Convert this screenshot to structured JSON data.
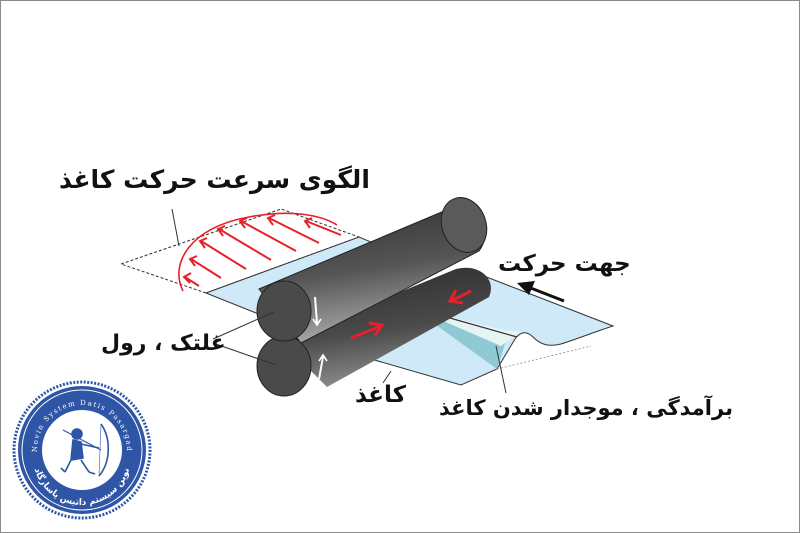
{
  "diagram": {
    "title": "Paper wrinkling between rollers",
    "labels": {
      "velocity_profile": "الگوی سرعت حرکت کاغذ",
      "direction": "جهت حرکت",
      "roller": "غلتک ، رول",
      "paper": "کاغذ",
      "wrinkle": "برآمدگی ، موجدار شدن کاغذ"
    },
    "colors": {
      "roller_dark": "#3a3a3a",
      "roller_light": "#9a9a9a",
      "paper": "#cfe9f8",
      "wrinkle_shadow": "#7fc4cf",
      "arrow_red": "#e8202a",
      "text": "#111111",
      "logo_blue": "#2f56a6"
    }
  },
  "logo": {
    "top_text": "Novin System Datis Pasargad",
    "bottom_text": "نوین سیستم داتیس پاسارگاد"
  }
}
